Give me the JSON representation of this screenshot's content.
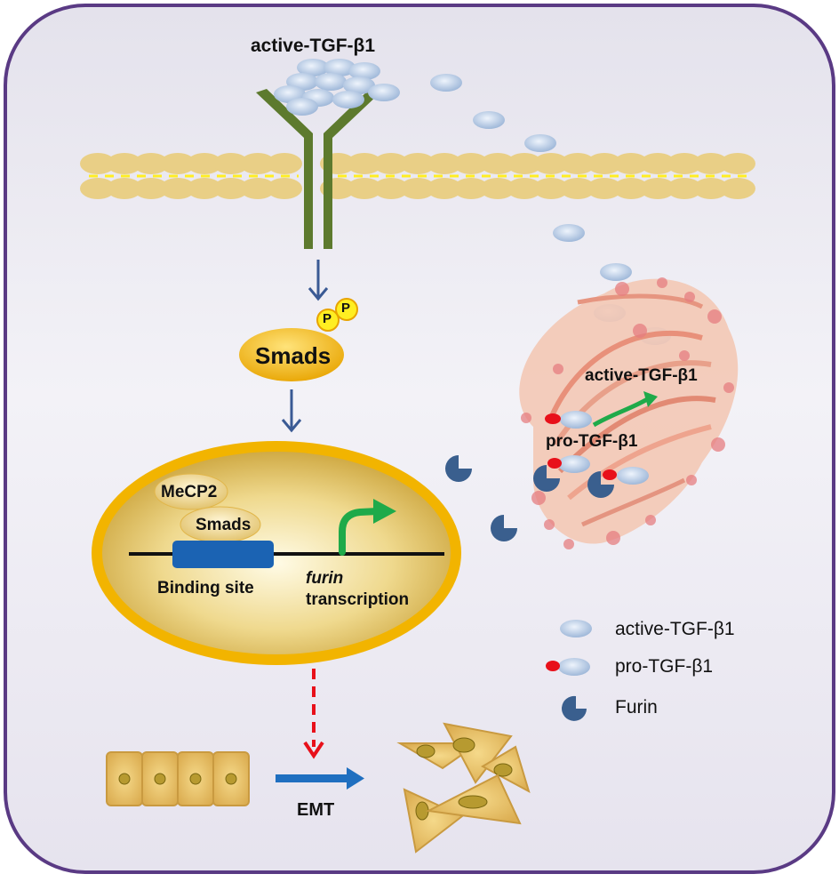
{
  "top_label": "active-TGF-β1",
  "smads": {
    "label": "Smads",
    "phospho": [
      "P",
      "P"
    ]
  },
  "nucleus": {
    "mecp2": "MeCP2",
    "smads": "Smads",
    "binding_site": "Binding site",
    "furin_italic": "furin",
    "transcription": "transcription"
  },
  "golgi": {
    "active_label": "active-TGF-β1",
    "pro_label": "pro-TGF-β1"
  },
  "legend": [
    {
      "icon": "active-tgf-icon",
      "label": "active-TGF-β1"
    },
    {
      "icon": "pro-tgf-icon",
      "label": "pro-TGF-β1"
    },
    {
      "icon": "furin-icon",
      "label": "Furin"
    }
  ],
  "emt_label": "EMT",
  "colors": {
    "receptor": "#5d7a2e",
    "membrane": "#e9cf86",
    "membrane_core": "#ffee22",
    "arrow": "#3a5a94",
    "nucleus_ring": "#f2b400",
    "smads_fill": "#f0b400",
    "phospho": "#ffee22",
    "tgf_fill": "#bcd0ea",
    "pro_red": "#e8101a",
    "furin": "#3a5f8e",
    "binding_site": "#1b63b3",
    "transcription_arrow": "#1faa4a",
    "emt_arrow": "#1f6fc0",
    "dashed_arrow": "#e8101a",
    "golgi_pink": "#e57d80"
  }
}
